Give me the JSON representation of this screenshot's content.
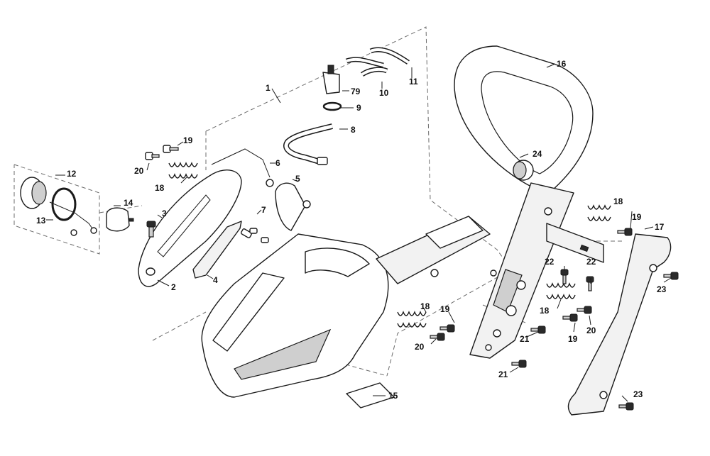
{
  "callouts": [
    {
      "id": "c1",
      "label": "1"
    },
    {
      "id": "c2",
      "label": "2"
    },
    {
      "id": "c3",
      "label": "3"
    },
    {
      "id": "c4",
      "label": "4"
    },
    {
      "id": "c5",
      "label": "5"
    },
    {
      "id": "c6",
      "label": "6"
    },
    {
      "id": "c7",
      "label": "7"
    },
    {
      "id": "c8",
      "label": "8"
    },
    {
      "id": "c9",
      "label": "9"
    },
    {
      "id": "c10",
      "label": "10"
    },
    {
      "id": "c11",
      "label": "11"
    },
    {
      "id": "c12",
      "label": "12"
    },
    {
      "id": "c13",
      "label": "13"
    },
    {
      "id": "c14",
      "label": "14"
    },
    {
      "id": "c15",
      "label": "15"
    },
    {
      "id": "c16",
      "label": "16"
    },
    {
      "id": "c17",
      "label": "17"
    },
    {
      "id": "c18a",
      "label": "18"
    },
    {
      "id": "c18b",
      "label": "18"
    },
    {
      "id": "c18c",
      "label": "18"
    },
    {
      "id": "c18d",
      "label": "18"
    },
    {
      "id": "c19a",
      "label": "19"
    },
    {
      "id": "c19b",
      "label": "19"
    },
    {
      "id": "c19c",
      "label": "19"
    },
    {
      "id": "c19d",
      "label": "19"
    },
    {
      "id": "c20a",
      "label": "20"
    },
    {
      "id": "c20b",
      "label": "20"
    },
    {
      "id": "c20c",
      "label": "20"
    },
    {
      "id": "c21a",
      "label": "21"
    },
    {
      "id": "c21b",
      "label": "21"
    },
    {
      "id": "c22a",
      "label": "22"
    },
    {
      "id": "c22b",
      "label": "22"
    },
    {
      "id": "c23a",
      "label": "23"
    },
    {
      "id": "c23b",
      "label": "23"
    },
    {
      "id": "c24",
      "label": "24"
    },
    {
      "id": "c79",
      "label": "79"
    }
  ]
}
